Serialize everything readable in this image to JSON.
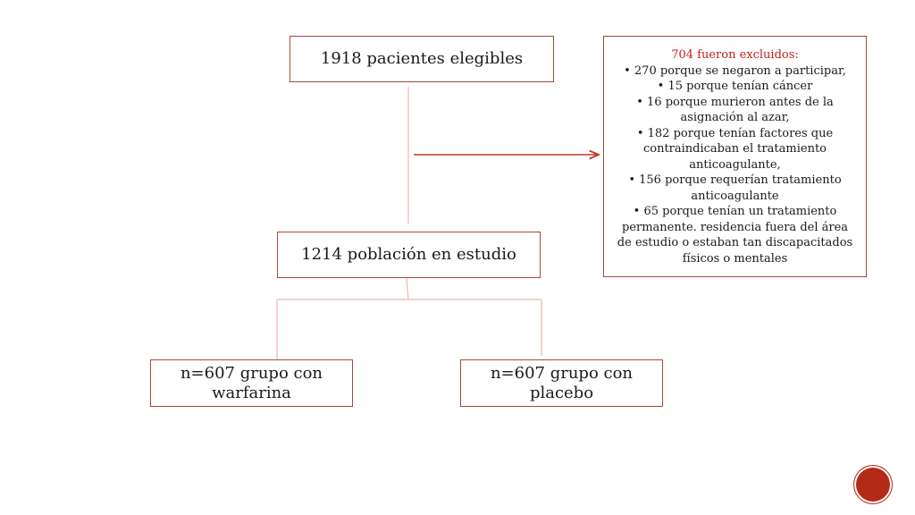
{
  "nodes": {
    "eligible": "1918 pacientes elegibles",
    "population": "1214 población en estudio",
    "warfarin": "n=607 grupo con warfarina",
    "placebo": "n=607 grupo con placebo"
  },
  "exclusions": {
    "title": "704 fueron excluidos:",
    "items": [
      "270 porque se negaron a participar,",
      "15 porque tenían cáncer",
      "16 porque murieron antes de la asignación al azar,",
      "182 porque tenían factores que contraindicaban el tratamiento anticoagulante,",
      "156 porque requerían tratamiento anticoagulante",
      "65 porque tenían un tratamiento permanente. residencia fuera del área de estudio o estaban tan discapacitados físicos o mentales"
    ]
  },
  "colors": {
    "box_border": "#a34a3a",
    "exclusion_title": "#c0221a",
    "arrow": "#c0392b",
    "badge": "#b32a17"
  }
}
